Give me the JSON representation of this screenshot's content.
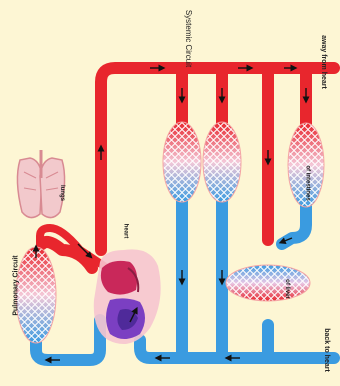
{
  "labels": {
    "systemic_circuit": "Systemic Circuit",
    "away_from_heart": "away from heart",
    "lungs": "lungs",
    "heart": "heart",
    "pulmonary_circuit": "Pulmonary Circuit",
    "intestines": "of intestines",
    "liver": "of liver",
    "back_to_heart": "back to heart"
  },
  "colors": {
    "oxygenated": "#e8262d",
    "deoxygenated": "#3a9be0",
    "background": "#fdf6d4",
    "heart_body": "#c9285a",
    "heart_chamber": "#7b3fc2"
  }
}
